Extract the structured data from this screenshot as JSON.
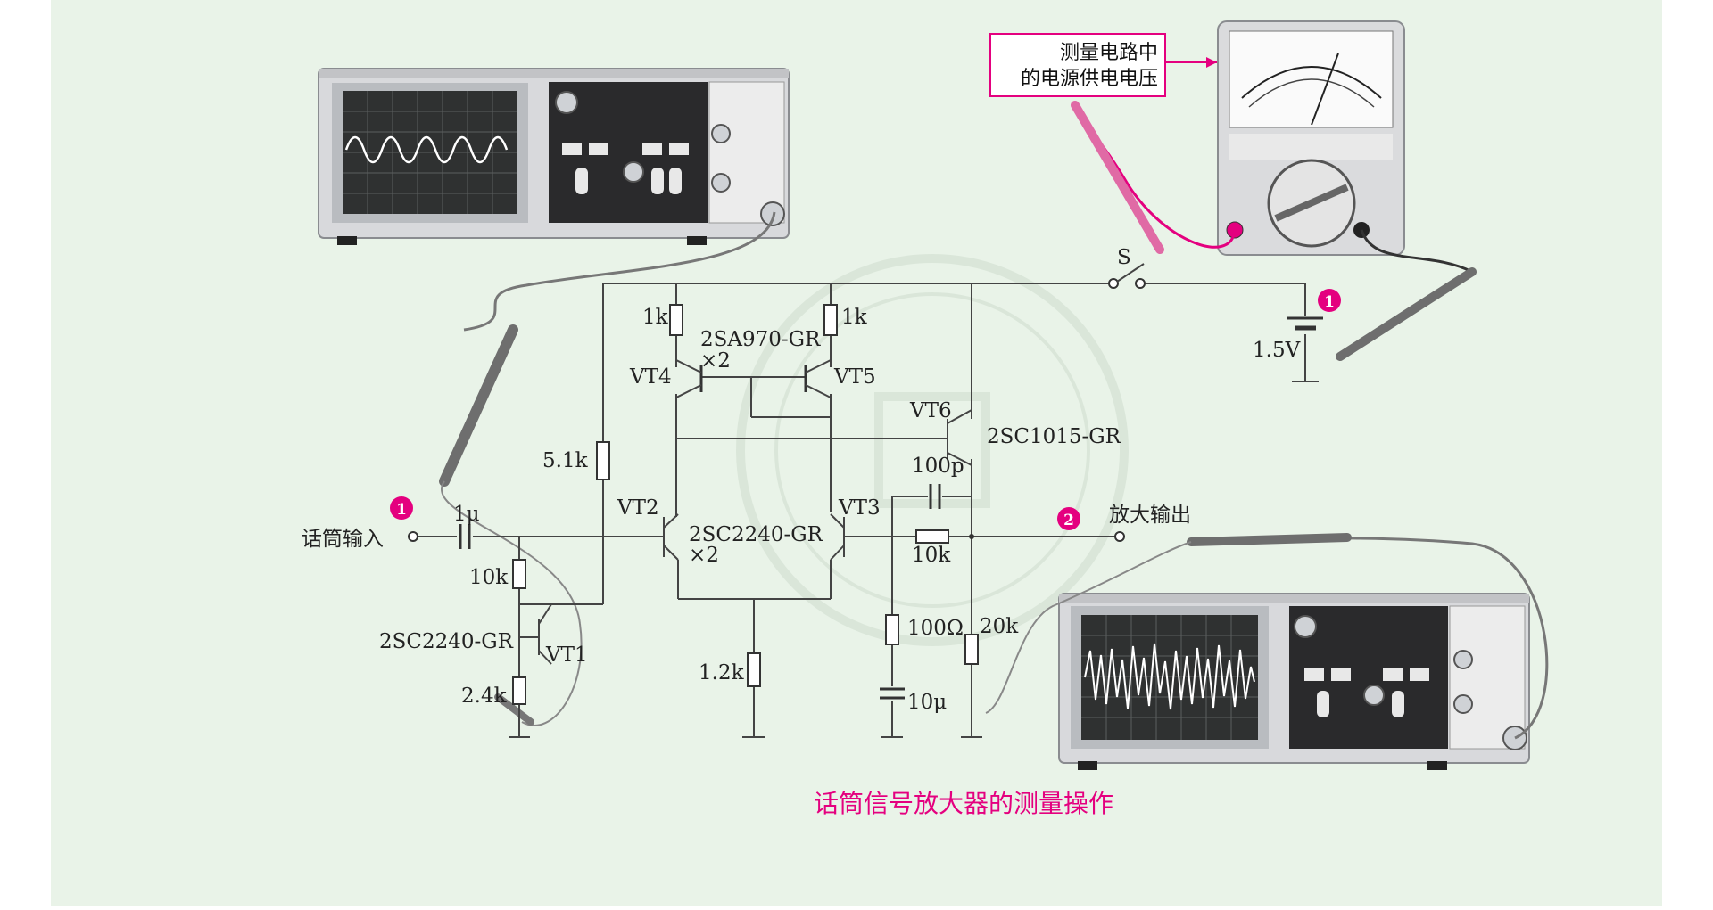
{
  "labels": {
    "mic_input": "话筒输入",
    "amp_output": "放大输出",
    "caption": "话筒信号放大器的测量操作",
    "callout_line1": "测量电路中",
    "callout_line2": "的电源供电电压",
    "switch": "S",
    "battery": "1.5V",
    "vt1": "VT1",
    "vt2": "VT2",
    "vt3": "VT3",
    "vt4": "VT4",
    "vt5": "VT5",
    "vt6": "VT6",
    "pnp_pair": "2SA970-GR",
    "pnp_mult": "×2",
    "npn_pair": "2SC2240-GR",
    "npn_mult": "×2",
    "vt1_part": "2SC2240-GR",
    "vt6_part": "2SC1015-GR",
    "r_1k_left": "1k",
    "r_1k_right": "1k",
    "r_5k1": "5.1k",
    "r_10k_in": "10k",
    "r_2k4": "2.4k",
    "r_1k2": "1.2k",
    "r_10k_fb": "10k",
    "c_100p": "100p",
    "r_100ohm": "100Ω",
    "c_10u": "10μ",
    "r_20k": "20k",
    "c_1u": "1μ",
    "marker_in": "1",
    "marker_out": "2",
    "marker_supply": "1"
  },
  "colors": {
    "background": "#e9f3e8",
    "accent": "#e4007f",
    "wire": "#444444"
  }
}
